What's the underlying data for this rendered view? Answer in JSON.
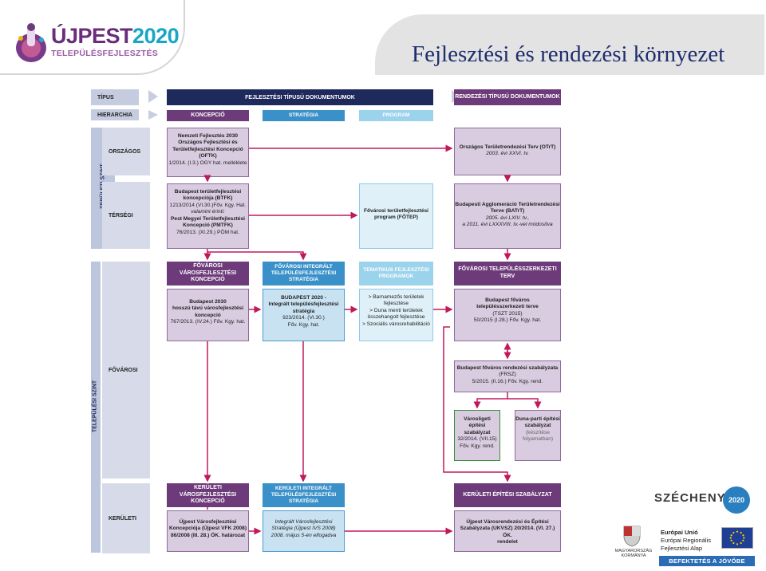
{
  "header": {
    "logo_name": "ÚJPEST",
    "logo_year": "2020",
    "logo_sub": "TELEPÜLÉSFEJLESZTÉS",
    "title": "Fejlesztési és rendezési környezet"
  },
  "diagram": {
    "tipus_label": "TÍPUS",
    "hierarchia_label": "HIERARCHIA",
    "fejlesztesi_header": "FEJLESZTÉSI TÍPUSÚ DOKUMENTUMOK",
    "rendezesi_header": "RENDEZÉSI TÍPUSÚ DOKUMENTUMOK",
    "koncepcio": "KONCEPCIÓ",
    "strategia": "STRATÉGIA",
    "program": "PROGRAM",
    "teruleti_szint": "TERÜLETI SZINT",
    "telepulesi_szint": "TELEPÜLÉSI SZINT",
    "orszagos": "ORSZÁGOS",
    "tersegi": "TÉRSÉGI",
    "fovarosi": "FŐVÁROSI",
    "keruleti": "KERÜLETI",
    "oftk": {
      "l1": "Nemzeti Fejlesztés 2030",
      "l2": "Országos Fejlesztési és",
      "l3": "Területfejlesztési Koncepció",
      "l4": "(OFTK)",
      "l5": "1/2014. (I.3.) OGY hat. melléklete"
    },
    "ottrt": {
      "l1": "Országos Területrendezési Terv (OTrT)",
      "l2": "2003. évi XXVI. tv."
    },
    "btfk": {
      "l1": "Budapest területfejlesztési",
      "l2": "koncepciója (BTFK)",
      "l3": "1213/2014 (VI.30.)Főv. Kgy. Hat.",
      "l4": "valamint érinti:",
      "l5": "Pest Megyei Területfejlesztési",
      "l6": "Koncepció (PMTFK)",
      "l7": "76/2013. (XI.29.) PÖM hat."
    },
    "fotep": {
      "l1": "Fővárosi területfejlesztési",
      "l2": "program (FŐTEP)"
    },
    "batrt": {
      "l1": "Budapesti Agglomeráció Területrendezési",
      "l2": "Terve (BATrT)",
      "l3": "2005. évi LXIV. tv.,",
      "l4": "a 2011. évi LXXXVIII. tv.-vel módosítva"
    },
    "fov_varosfejl_hdr": "FŐVÁROSI VÁROSFEJLESZTÉSI KONCEPCIÓ",
    "fov_its_hdr": "FŐVÁROSI INTEGRÁLT TELEPÜLÉSFEJLESZTÉSI STRATÉGIA",
    "tematikus_hdr": "TEMATIKUS FEJLESZTÉSI PROGRAMOK",
    "fov_tszt_hdr": "FŐVÁROSI TELEPÜLÉSSZERKEZETI TERV",
    "bp2030": {
      "l1": "Budapest 2030",
      "l2": "hosszú távú városfejlesztési",
      "l3": "koncepció",
      "l4": "767/2013. (IV.24.) Főv. Kgy. hat."
    },
    "bp2020": {
      "l1": "BUDAPEST 2020 -",
      "l2": "Integrált településfejlesztési",
      "l3": "stratégia",
      "l4": "923/2014. (VI.30.)",
      "l5": "Főv. Kgy. hat."
    },
    "tematikus": {
      "l1": "> Barnamezős területek",
      "l2": "fejlesztése",
      "l3": "> Duna menti területek",
      "l4": "összehangolt fejlesztése",
      "l5": "> Szociális városrehabilitáció"
    },
    "tszt": {
      "l1": "Budapest főváros",
      "l2": "településszerkezeti terve",
      "l3": "(TSZT 2015)",
      "l4": "50/2015 (I.28.) Főv. Kgy. hat."
    },
    "frsz": {
      "l1": "Budapest főváros rendezési szabályzata",
      "l2": "(FRSZ)",
      "l3": "5/2015. (II.16.) Főv. Kgy. rend."
    },
    "varosliget": {
      "l1": "Városligeti építési",
      "l2": "szabályzat",
      "l3": "32/2014. (VII.15)",
      "l4": "Főv. Kgy. rend."
    },
    "dunaparti": {
      "l1": "Duna-parti építési",
      "l2": "szabályzat",
      "l3": "(készítése",
      "l4": "folyamatban)"
    },
    "ker_varosfejl_hdr": "KERÜLETI VÁROSFEJLESZTÉSI KONCEPCIÓ",
    "ker_its_hdr": "KERÜLETI INTEGRÁLT TELEPÜLÉSFEJLESZTÉSI STRATÉGIA",
    "ker_epitesi_hdr": "KERÜLETI ÉPÍTÉSI SZABÁLYZAT",
    "vfk": {
      "l1": "Újpest Városfejlesztési",
      "l2": "Koncepciója (Újpest VFK 2008)",
      "l3": "86/2008 (III. 28.) ÖK. határozat"
    },
    "ivs": {
      "l1": "Integrált Városfejlesztési",
      "l2": "Stratégia (Újpest IVS 2008)",
      "l3": "2008. május 5-én elfogadva"
    },
    "ukvsz": {
      "l1": "Újpest Városrendezési és Építési",
      "l2": "Szabályzata (UKVSZ) 20/2014. (VI. 27.) ÖK.",
      "l3": "rendelet"
    }
  },
  "footer": {
    "szechenyi": "SZÉCHENYI",
    "szechenyi_year": "2020",
    "eu_l1": "Európai Unió",
    "eu_l2": "Európai Regionális",
    "eu_l3": "Fejlesztési Alap",
    "hu_text": "MAGYARORSZÁG KORMÁNYA",
    "befektetes": "BEFEKTETÉS A JÖVŐBE"
  },
  "colors": {
    "dark_navy": "#1f2a5c",
    "purple": "#6e3b7a",
    "blue": "#3a90c9",
    "light_blue": "#9cd3ec",
    "arrow_pink": "#c2185b",
    "title_blue": "#1e2e6e"
  }
}
